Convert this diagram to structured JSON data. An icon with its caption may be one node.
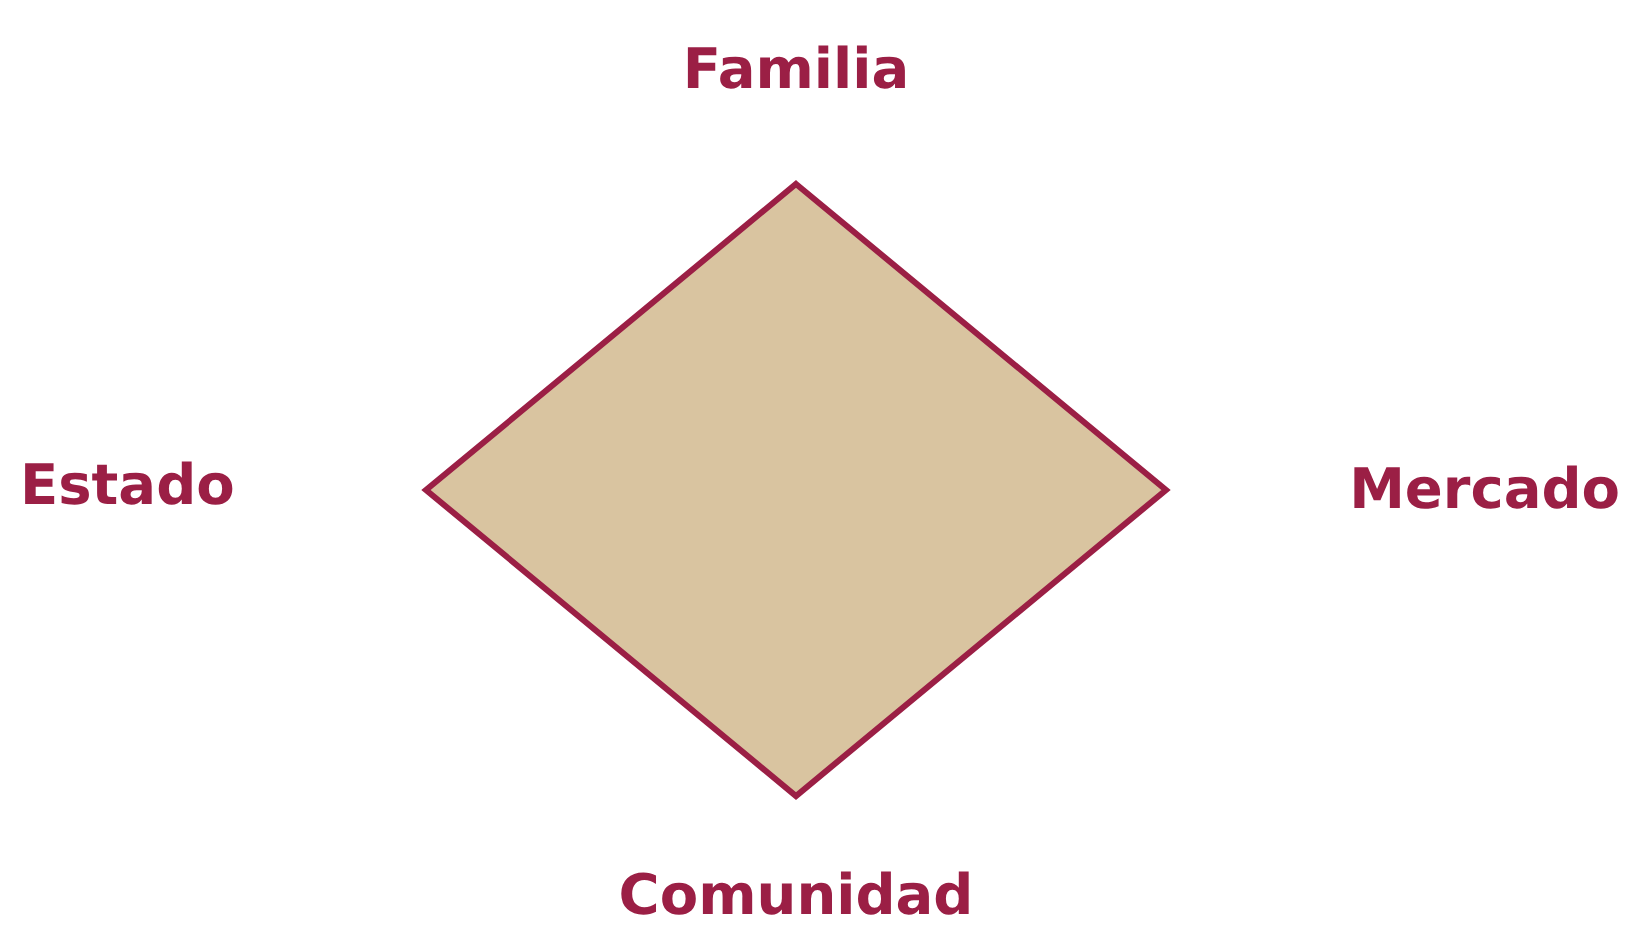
{
  "diagram": {
    "nodes": [
      {
        "text": [],
        "shape": "diamond",
        "beside": [
          "Familia",
          "Estado",
          "Mercado",
          "Comunidad"
        ]
      }
    ]
  }
}
